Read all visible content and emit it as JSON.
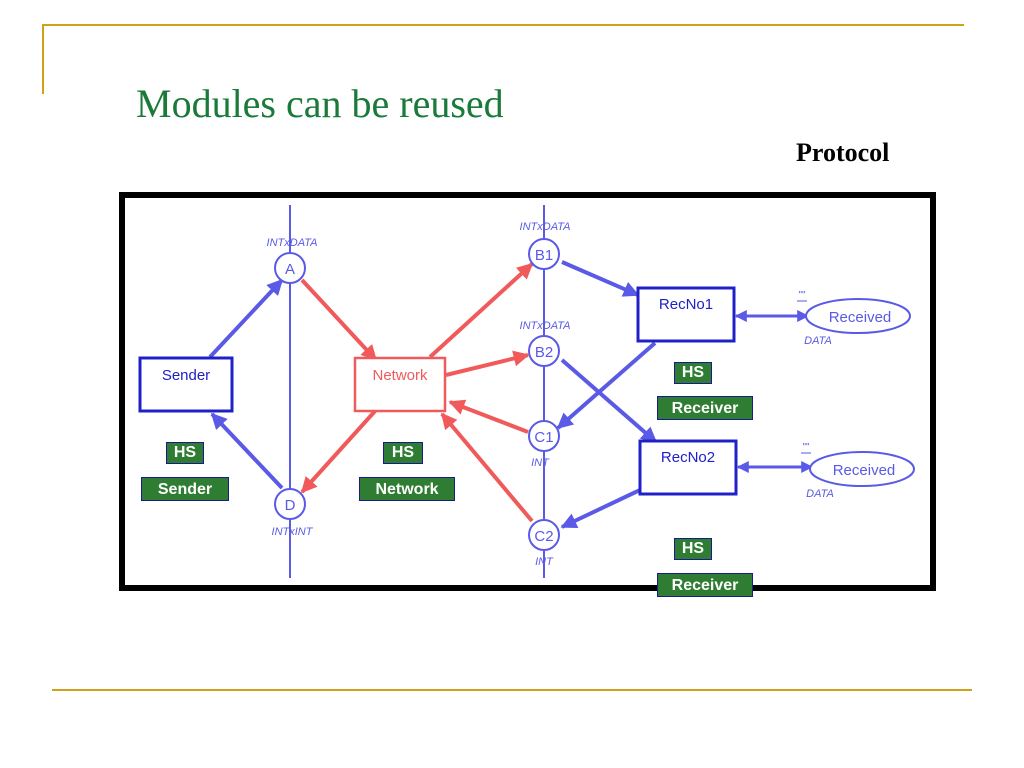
{
  "slide": {
    "title": "Modules can be reused",
    "subtitle": "Protocol"
  },
  "colors": {
    "title": "#1a7a3a",
    "rule": "#d4a017",
    "arc_blue": "#5a5ae6",
    "arc_red": "#f05a5a",
    "node_blue": "#2020c8",
    "hs_fill": "#2e7d32"
  },
  "diagram": {
    "transitions": {
      "sender": "Sender",
      "network": "Network",
      "recno1": "RecNo1",
      "recno2": "RecNo2"
    },
    "places": {
      "a": {
        "label": "A",
        "type": "INTxDATA"
      },
      "d": {
        "label": "D",
        "type": "INTxINT"
      },
      "b1": {
        "label": "B1",
        "type": "INTxDATA"
      },
      "b2": {
        "label": "B2",
        "type": "INTxDATA"
      },
      "c1": {
        "label": "C1",
        "type": "INT"
      },
      "c2": {
        "label": "C2",
        "type": "INT"
      },
      "received1": {
        "label": "Received",
        "type": "DATA",
        "initial": "\"\""
      },
      "received2": {
        "label": "Received",
        "type": "DATA",
        "initial": "\"\""
      }
    },
    "hs_tags": {
      "sender": {
        "hs": "HS",
        "name": "Sender"
      },
      "network": {
        "hs": "HS",
        "name": "Network"
      },
      "receiver1": {
        "hs": "HS",
        "name": "Receiver"
      },
      "receiver2": {
        "hs": "HS",
        "name": "Receiver"
      }
    }
  }
}
